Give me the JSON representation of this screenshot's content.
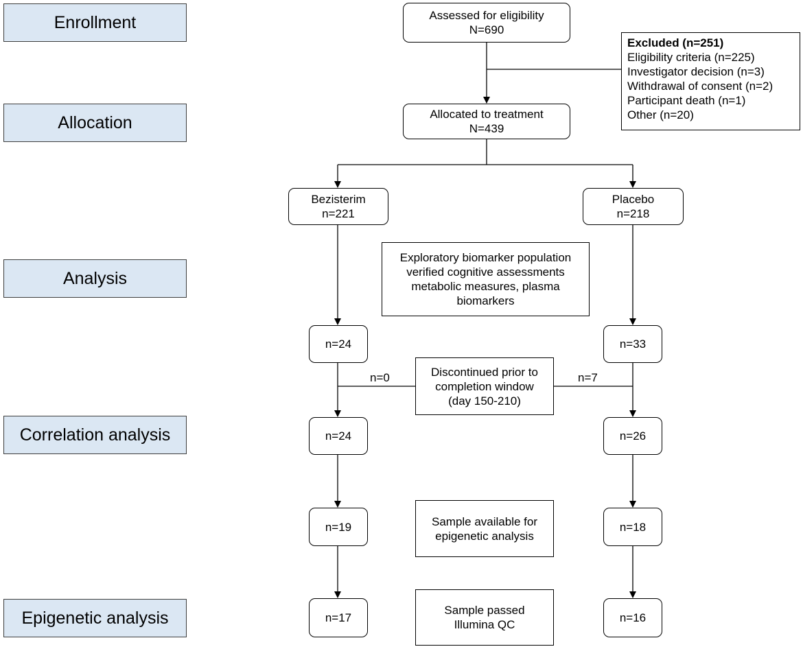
{
  "stages": {
    "enrollment": "Enrollment",
    "allocation": "Allocation",
    "analysis": "Analysis",
    "correlation": "Correlation analysis",
    "epigenetic": "Epigenetic analysis"
  },
  "assessed": {
    "line1": "Assessed for eligibility",
    "line2": "N=690"
  },
  "excluded": {
    "title": "Excluded (n=251)",
    "items": [
      "Eligibility criteria (n=225)",
      "Investigator decision (n=3)",
      "Withdrawal of consent (n=2)",
      "Participant death (n=1)",
      "Other (n=20)"
    ]
  },
  "allocated": {
    "line1": "Allocated to treatment",
    "line2": "N=439"
  },
  "arm_bezisterim": {
    "line1": "Bezisterim",
    "line2": "n=221"
  },
  "arm_placebo": {
    "line1": "Placebo",
    "line2": "n=218"
  },
  "exploratory": {
    "lines": [
      "Exploratory biomarker population",
      "verified cognitive assessments",
      "metabolic measures, plasma",
      "biomarkers"
    ]
  },
  "discontinued": {
    "lines": [
      "Discontinued prior to",
      "completion window",
      "(day 150-210)"
    ],
    "left_count": "n=0",
    "right_count": "n=7"
  },
  "sample_available": {
    "lines": [
      "Sample available for",
      "epigenetic analysis"
    ]
  },
  "sample_passed": {
    "lines": [
      "Sample passed",
      "Illumina QC"
    ]
  },
  "bezisterim_counts": {
    "analysis": "n=24",
    "correlation": "n=24",
    "available": "n=19",
    "passed": "n=17"
  },
  "placebo_counts": {
    "analysis": "n=33",
    "correlation": "n=26",
    "available": "n=18",
    "passed": "n=16"
  }
}
